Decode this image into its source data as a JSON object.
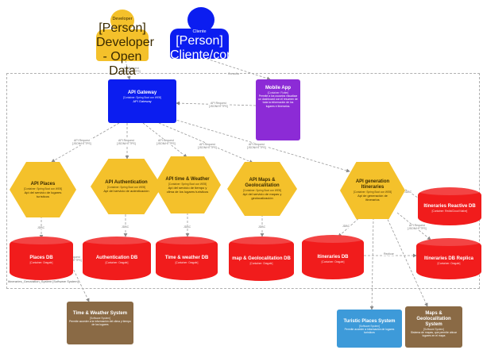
{
  "persons": {
    "developer": {
      "title": "Developer",
      "type": "[Person]",
      "desc": "Developer - Open Data"
    },
    "cliente": {
      "title": "Cliente",
      "type": "[Person]",
      "desc": "Cliente/consumidor"
    }
  },
  "containers": {
    "gateway": {
      "title": "API Gateway",
      "type": "[Container: Spring Boot con WEB]",
      "desc": "API Gateway"
    },
    "mobile": {
      "title": "Mobile App",
      "type": "[Container: Flutter]",
      "desc": "Permite a los usuarios visualizar un dashboard con el resumen de toda la información de los lugares e itinerarios."
    },
    "places": {
      "title": "API Places",
      "type": "[Container: Spring Boot con WEB]",
      "desc": "Api del servicio de lugares turísticos"
    },
    "auth": {
      "title": "API Authentication",
      "type": "[Container: Spring Boot con WEB]",
      "desc": "Api del servicio de autenticación"
    },
    "weather": {
      "title": "API time & Weather",
      "type": "[Container: Spring Boot con WEB]",
      "desc": "Api del servicio de tiempo y clima de los lugares turísticos"
    },
    "maps": {
      "title": "API Maps & Geolocalitation",
      "type": "[Container: Spring Boot con WEB]",
      "desc": "Api del servicio de mapas y geolocalización"
    },
    "itin": {
      "title": "API generation Itineraries",
      "type": "[Container: Spring Boot con WEB]",
      "desc": "Api de generación de itinerarios"
    }
  },
  "databases": {
    "placesdb": {
      "title": "Places DB",
      "type": "[Container: Oragale]"
    },
    "authdb": {
      "title": "Authentication DB",
      "type": "[Container: Oragale]"
    },
    "weatherdb": {
      "title": "Time & weather DB",
      "type": "[Container: Oragale]"
    },
    "mapsdb": {
      "title": "map & Geolocalitation DB",
      "type": "[Container: Oragale]"
    },
    "itindb": {
      "title": "Itineraries DB",
      "type": "[Container: Oragale]"
    },
    "reactivedb": {
      "title": "Itineraries Reactive DB",
      "type": "[Container: Redis/Cloud Native]"
    },
    "replicadb": {
      "title": "Itineraries DB Replica",
      "type": "[Container: Oragale]"
    }
  },
  "systems": {
    "timesys": {
      "title": "Time & Weather System",
      "type": "[Software System]",
      "desc": "Permite acceder a la información del clima y tiempo de los lugares"
    },
    "turisticsys": {
      "title": "Turistic Places System",
      "type": "[Software System]",
      "desc": "Permite acceder a información de lugares turísticos"
    },
    "mapsys": {
      "title": "Maps & Geolocalitation System",
      "type": "[Software System]",
      "desc": "Sistema de mapas, que permite ubicar lugares en el mapa"
    }
  },
  "boundary": {
    "label": "Itineraries_Genaration_System [Software System]"
  },
  "labels": {
    "api_request": "API Request",
    "https": "[JSON/HTTPS]",
    "jdbc": "JDBC",
    "consulta": "Consulta",
    "replicar": "Replicar"
  }
}
